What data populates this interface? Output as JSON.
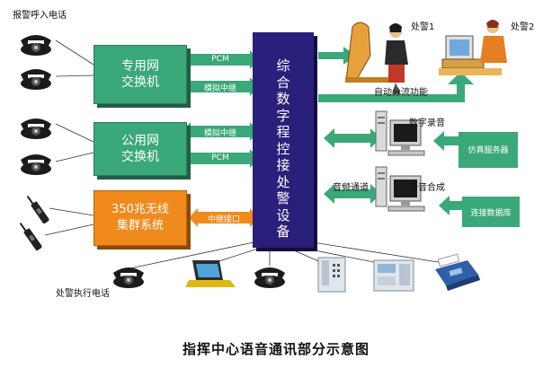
{
  "labels": {
    "alarm_incoming": "报警呼入电话",
    "dispatch_phone": "处警执行电话",
    "officer1": "处警1",
    "officer2": "处警2",
    "auto_dispatch": "自动分流功能",
    "digital_record": "数字录音",
    "simulation_service": "仿真服务器",
    "audio_channel": "音频通道",
    "voice_synth": "语音合成",
    "database_link": "连接数据库"
  },
  "boxes": {
    "private_switch": "专用网\n交换机",
    "public_switch": "公用网\n交换机",
    "trunk_system": "350兆无线\n集群系统",
    "core_device": "综\n合\n数\n字\n程\n控\n接\n处\n警\n设\n备"
  },
  "links": {
    "pcm1": "PCM",
    "analog_trunk1": "模拟中继",
    "analog_trunk2": "模拟中继",
    "pcm2": "PCM",
    "relay_interface": "中继接口"
  },
  "caption": "指挥中心语音通讯部分示意图",
  "colors": {
    "core": "#2a1f7a",
    "switch": "#3aa878",
    "trunk": "#f08a1c",
    "arrow": "#3aa878"
  },
  "icons": [
    "telephone-icon",
    "radio-handset-icon",
    "operator-desk-icon",
    "server-computer-icon",
    "laptop-icon",
    "wall-phone-icon",
    "fax-machine-icon"
  ]
}
